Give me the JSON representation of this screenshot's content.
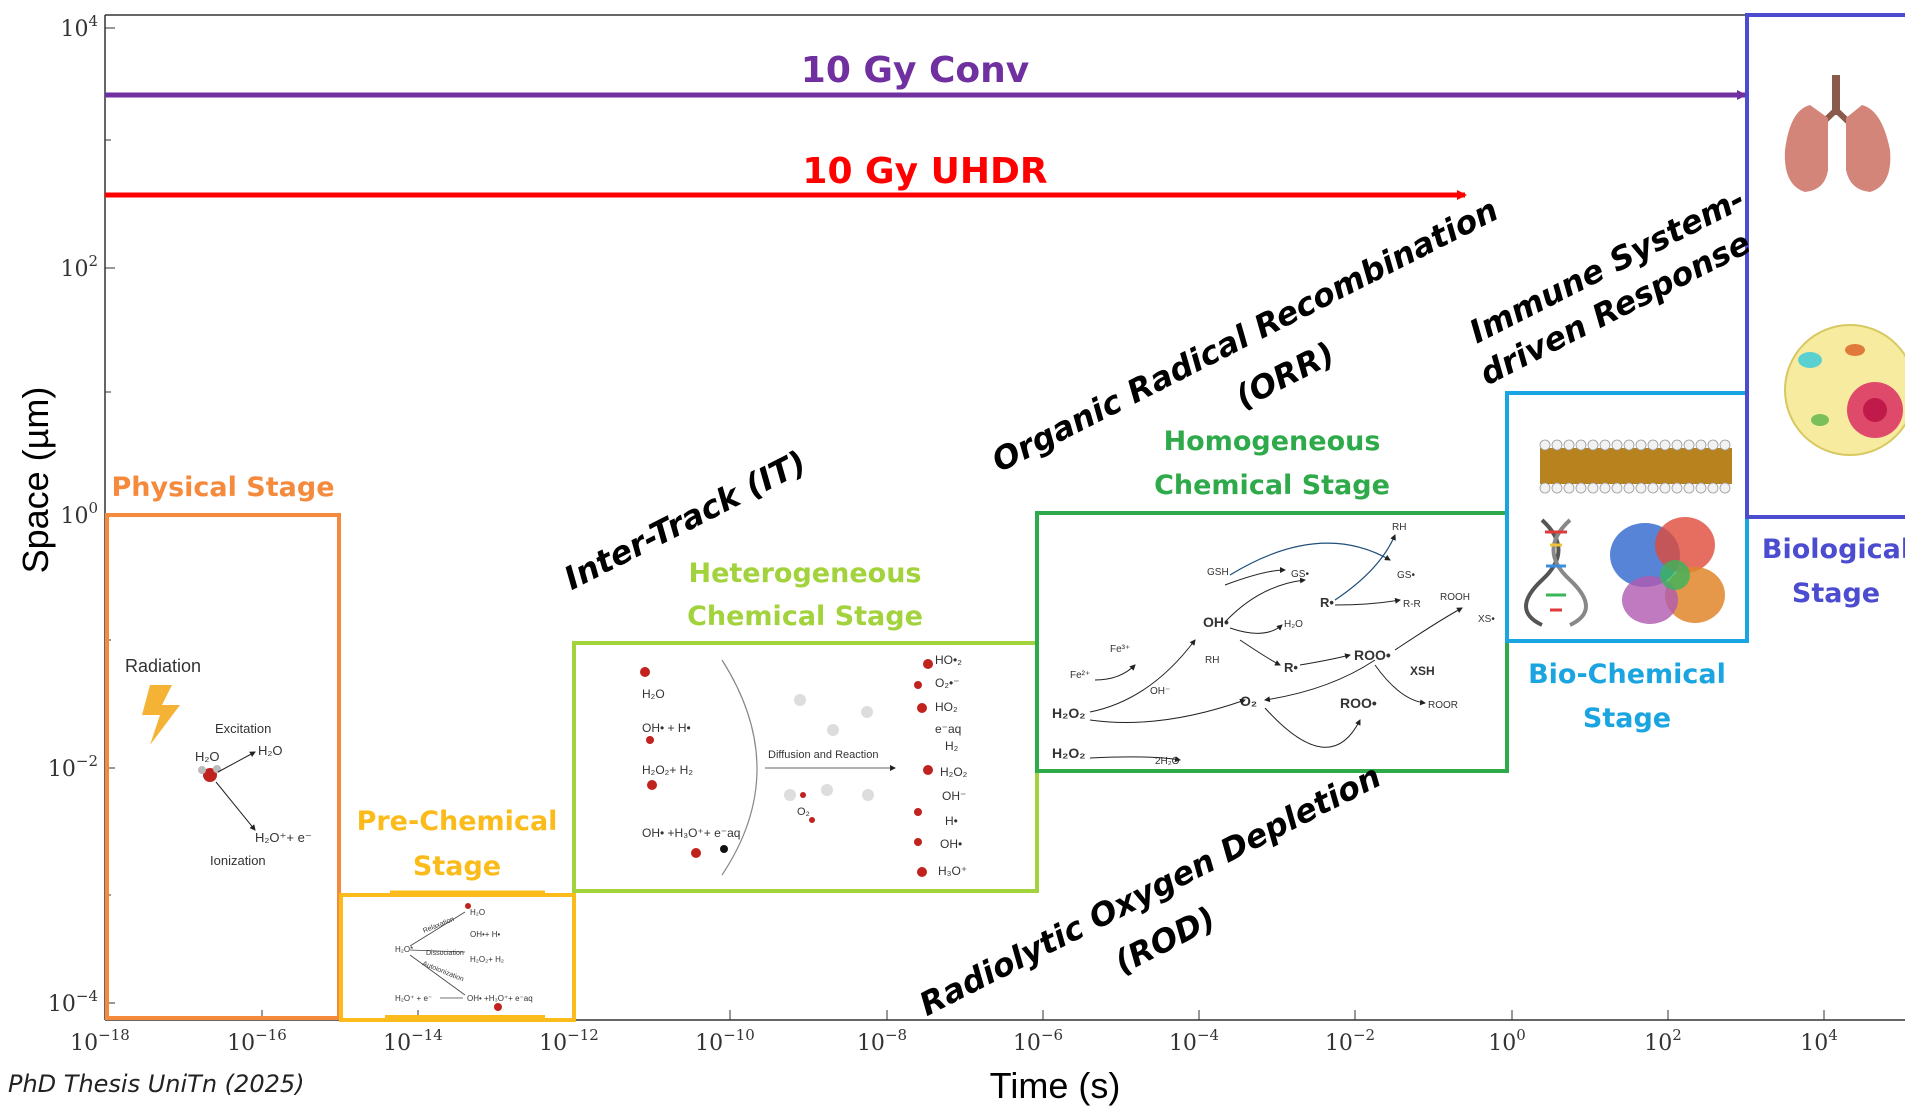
{
  "axes": {
    "x_label": "Time (s)",
    "y_label": "Space (µm)",
    "x_ticks": [
      {
        "exp": "−18"
      },
      {
        "exp": "−16"
      },
      {
        "exp": "−14"
      },
      {
        "exp": "−12"
      },
      {
        "exp": "−10"
      },
      {
        "exp": "−8"
      },
      {
        "exp": "−6"
      },
      {
        "exp": "−4"
      },
      {
        "exp": "−2"
      },
      {
        "exp": "0"
      },
      {
        "exp": "2"
      },
      {
        "exp": "4"
      }
    ],
    "y_ticks": [
      {
        "exp": "4"
      },
      {
        "exp": "2"
      },
      {
        "exp": "0"
      },
      {
        "exp": "−2"
      },
      {
        "exp": "−4"
      }
    ]
  },
  "arrows": {
    "conv_label": "10 Gy Conv",
    "uhdr_label": "10 Gy UHDR",
    "conv_color": "#7030a0",
    "uhdr_color": "#ff0000"
  },
  "stages": {
    "physical": {
      "line1": "Physical Stage",
      "color": "#f58a3c"
    },
    "prechemical": {
      "line1": "Pre-Chemical",
      "line2": "Stage",
      "color": "#fbbc1b"
    },
    "heterogeneous": {
      "line1": "Heterogeneous",
      "line2": "Chemical Stage",
      "color": "#a2d33c"
    },
    "homogeneous": {
      "line1": "Homogeneous",
      "line2": "Chemical Stage",
      "color": "#2eaa4a"
    },
    "biochemical": {
      "line1": "Bio-Chemical",
      "line2": "Stage",
      "color": "#1aa5e0"
    },
    "biological": {
      "line1": "Biological",
      "line2": "Stage",
      "color": "#4b4ccf"
    }
  },
  "mechanisms": {
    "it": "Inter-Track (IT)",
    "orr_line1": "Organic Radical Recombination",
    "orr_line2": "(ORR)",
    "immune_line1": "Immune System-",
    "immune_line2": "driven Response",
    "rod_line1": "Radiolytic Oxygen Depletion",
    "rod_line2": "(ROD)"
  },
  "physical_inset": {
    "radiation": "Radiation",
    "excitation": "Excitation",
    "h2o_a": "H₂O",
    "h2o_b": "H₂O",
    "ionization_products": "H₂O⁺+ e⁻",
    "ionization": "Ionization"
  },
  "prechemical_inset": {
    "l1": "H₂O*",
    "l2": "Relaxation",
    "l3": "Dissociation",
    "l4": "Autoionization",
    "l5": "H₂O",
    "l6": "OH•+ H•",
    "l7": "H₂O₂+ H₂",
    "l8": "H₂O⁺ + e⁻",
    "l9": "OH• +H₃O⁺+ e⁻aq"
  },
  "heterogeneous_inset": {
    "left": [
      "H₂O",
      "OH• + H•",
      "H₂O₂+ H₂",
      "OH• +H₃O⁺+ e⁻aq"
    ],
    "diffusion": "Diffusion and Reaction",
    "o2": "O₂",
    "right": [
      "HO•₂",
      "O₂•⁻",
      "HO₂",
      "e⁻aq",
      "H₂",
      "H₂O₂",
      "OH⁻",
      "H•",
      "OH•",
      "H₃O⁺"
    ]
  },
  "homogeneous_inset": {
    "gsh": "GSH",
    "rh_top": "RH",
    "gs1": "GS•",
    "gs2": "GS•",
    "fe3": "Fe³⁺",
    "fe2": "Fe²⁺",
    "oh_rad": "OH•",
    "oh_minus": "OH⁻",
    "h2o": "H₂O",
    "r1": "R•",
    "rr": "R-R",
    "rooh": "ROOH",
    "xs": "XS•",
    "rh_mid": "RH",
    "r2": "R•",
    "roo1": "ROO•",
    "xsh": "XSH",
    "h2o2_a": "H₂O₂",
    "o2": "O₂",
    "roo2": "ROO•",
    "roor": "ROOR",
    "h2o2_b": "H₂O₂",
    "two_h2o": "2H₂O"
  },
  "footer": {
    "source": "PhD Thesis UniTn (2025)"
  }
}
